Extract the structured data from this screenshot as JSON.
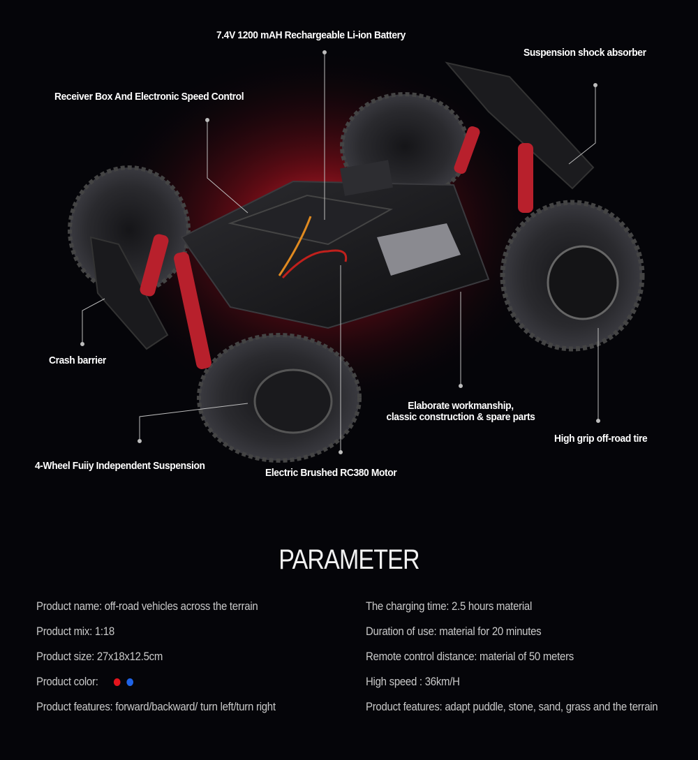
{
  "callouts": {
    "battery": "7.4V 1200 mAH Rechargeable Li-ion Battery",
    "shock": "Suspension shock absorber",
    "receiver": "Receiver Box And Electronic Speed Control",
    "crash": "Crash barrier",
    "suspension": "4-Wheel Fuiiy Independent Suspension",
    "motor": "Electric Brushed RC380 Motor",
    "workmanship_line1": "Elaborate workmanship,",
    "workmanship_line2": "classic construction & spare parts",
    "tire": "High grip off-road tire"
  },
  "parameter": {
    "title": "PARAMETER",
    "left": [
      "Product name: off-road vehicles across the terrain",
      "Product mix: 1:18",
      "Product size: 27x18x12.5cm",
      "Product color:",
      "Product features: forward/backward/ turn left/turn right"
    ],
    "right": [
      "The charging time: 2.5 hours material",
      "Duration of use: material for 20 minutes",
      "Remote control distance: material of 50 meters",
      "High speed : 36km/H",
      "Product features: adapt puddle, stone, sand, grass and the terrain"
    ],
    "colors": [
      "#e3141c",
      "#1f63e6"
    ]
  }
}
